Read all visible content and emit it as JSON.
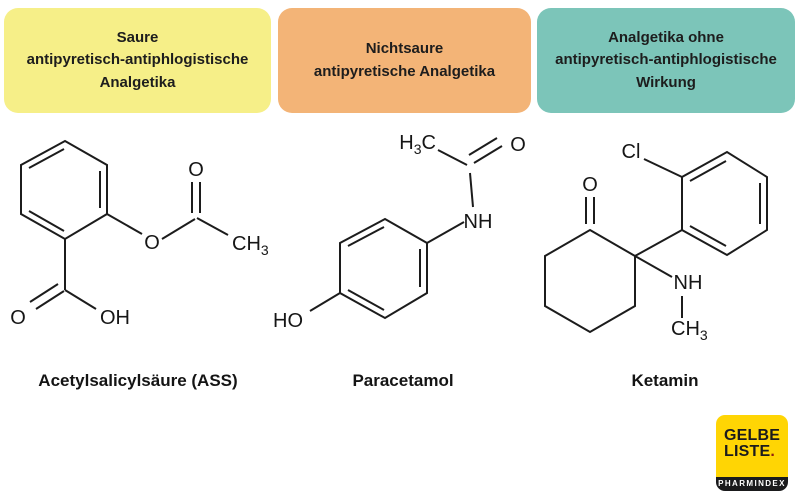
{
  "canvas": {
    "background": "#ffffff",
    "bond_color": "#1c1c1c",
    "text_color": "#161616"
  },
  "categories": [
    {
      "label": "Saure antipyretisch-antiphlogistische Analgetika",
      "lines": [
        "Saure",
        "antipyretisch-antiphlogistische",
        "Analgetika"
      ],
      "color": "#f6ef88"
    },
    {
      "label": "Nichtsaure antipyretische Analgetika",
      "lines": [
        "Nichtsaure",
        "antipyretische Analgetika"
      ],
      "color": "#f3b477"
    },
    {
      "label": "Analgetika ohne antipyretisch-antiphlogistische Wirkung",
      "lines": [
        "Analgetika ohne",
        "antipyretisch-antiphlogistische",
        "Wirkung"
      ],
      "color": "#7cc5b9"
    }
  ],
  "molecules": [
    {
      "name": "Acetylsalicylsäure (ASS)",
      "labels": {
        "ester_o": "O",
        "carbonyl_o": "O",
        "methyl_ch": "CH",
        "methyl_sub": "3",
        "acid_o": "O",
        "hydroxyl": "OH"
      }
    },
    {
      "name": "Paracetamol",
      "labels": {
        "methyl_h": "H",
        "methyl_sub": "3",
        "methyl_c": "C",
        "carbonyl_o": "O",
        "amide_nh": "NH",
        "hydroxyl": "HO"
      }
    },
    {
      "name": "Ketamin",
      "labels": {
        "ketone_o": "O",
        "chlorine": "Cl",
        "amine_nh": "NH",
        "methyl_ch": "CH",
        "methyl_sub": "3"
      }
    }
  ],
  "logo": {
    "line1": "GELBE",
    "line2": "LISTE",
    "dot": ".",
    "tagline": "PHARMINDEX",
    "bg_color": "#ffd504",
    "bar_color": "#1a1a1c",
    "dot_color": "#8f1b12",
    "text_color": "#1b1b1d"
  }
}
